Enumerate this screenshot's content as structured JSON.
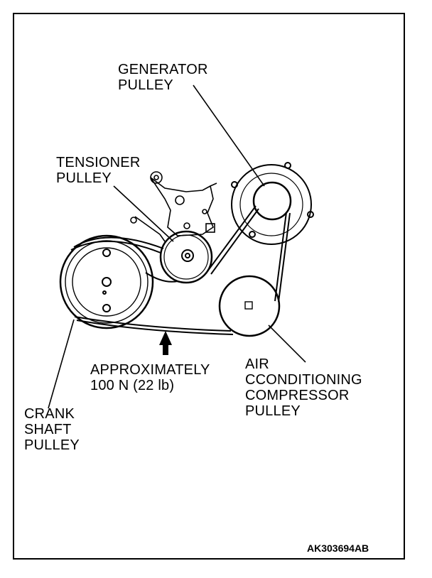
{
  "labels": {
    "generator": [
      "GENERATOR",
      "PULLEY"
    ],
    "tensioner": [
      "TENSIONER",
      "PULLEY"
    ],
    "tension_spec": [
      "APPROXIMATELY",
      "100 N (22 lb)"
    ],
    "air_conditioning": [
      "AIR",
      "CCONDITIONING",
      "COMPRESSOR",
      "PULLEY"
    ],
    "crank": [
      "CRANK",
      "SHAFT",
      "PULLEY"
    ]
  },
  "figure_code": "AK303694AB"
}
